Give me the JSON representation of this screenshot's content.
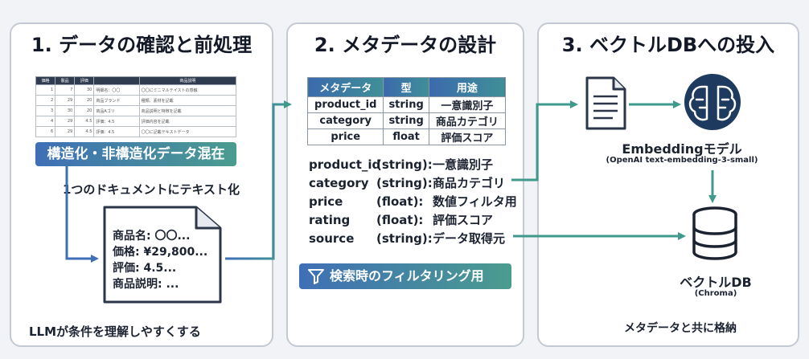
{
  "panel1": {
    "title": "1. データの確認と前処理",
    "table_headers": [
      "価格",
      "製品",
      "評価",
      "",
      "商品説明"
    ],
    "table_rows": [
      [
        "1",
        "7",
        "30",
        "明細名：〇〇",
        "〇〇にミニマルテイストの感触"
      ],
      [
        "2",
        "29",
        "20",
        "商品ブランド",
        "種類、素材を記載"
      ],
      [
        "3",
        "30",
        "20",
        "商品Aゴリ",
        "商品説明と特徴を記載"
      ],
      [
        "4",
        "29",
        "4.5",
        "評価：4.5",
        "評価内容を記載"
      ],
      [
        "6",
        "29",
        "4.5",
        "評価：4.5",
        "〇〇に記載テキストデータ"
      ]
    ],
    "banner": "構造化・非構造化データ混在",
    "note": "1つのドキュメントにテキスト化",
    "doc_lines": [
      "商品名: 〇〇...",
      "価格: ¥29,800...",
      "評価: 4.5...",
      "商品説明: ..."
    ],
    "footer": "LLMが条件を理解しやすくする"
  },
  "panel2": {
    "title": "2. メタデータの設計",
    "table_headers": [
      "メタデータ",
      "型",
      "用途"
    ],
    "table_rows": [
      [
        "product_id",
        "string",
        "一意識別子"
      ],
      [
        "category",
        "string",
        "商品カテゴリ"
      ],
      [
        "price",
        "float",
        "評価スコア"
      ]
    ],
    "fields": [
      [
        "product_id",
        "(string):",
        "一意識別子"
      ],
      [
        "category",
        "(string):",
        "商品カテゴリ"
      ],
      [
        "price",
        "(float):",
        "数値フィルタ用"
      ],
      [
        "rating",
        "(float):",
        "評価スコア"
      ],
      [
        "source",
        "(string):",
        "データ取得元"
      ]
    ],
    "filter_label": "検索時のフィルタリング用",
    "filter_icon": "funnel-icon"
  },
  "panel3": {
    "title": "3. ベクトルDBへの投入",
    "embedding_label": "Embeddingモデル",
    "embedding_sub": "(OpenAI text-embedding-3-small)",
    "db_label": "ベクトルDB",
    "db_sub": "(Chroma)",
    "footer": "メタデータと共に格納",
    "icons": [
      "document-icon",
      "brain-icon",
      "database-icon"
    ]
  },
  "colors": {
    "teal": "#3f9a8c",
    "blue": "#3f6fb6",
    "dark": "#1e3a5f",
    "border": "#c4cad3"
  }
}
